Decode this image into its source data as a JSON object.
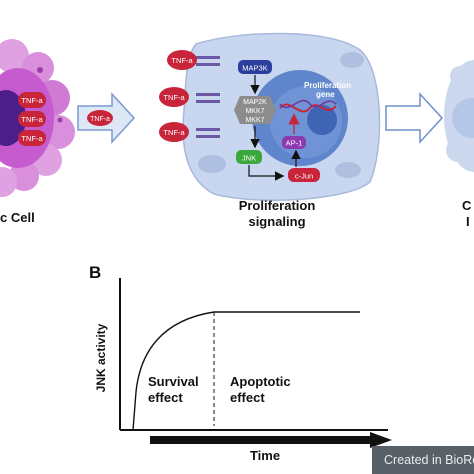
{
  "panel_a": {
    "cell_left_label": "c Cell",
    "tnf_left": [
      "TNF-a",
      "TNF-a",
      "TNF-a"
    ],
    "arrow_tnf_label": "TNF-a",
    "receptor_tnf": [
      "TNF-a",
      "TNF-a",
      "TNF-a"
    ],
    "map3k": "MAP3K",
    "map2k_lines": [
      "MAP2K",
      "MKK7",
      "MKK7"
    ],
    "jnk": "JNK",
    "cjun": "c-Jun",
    "ap1": "AP-1",
    "gene_lines": [
      "Proliferation",
      "gene"
    ],
    "center_title_lines": [
      "Proliferation",
      "signaling"
    ],
    "right_label_lines": [
      "C",
      "I"
    ]
  },
  "panel_b": {
    "letter": "B",
    "ylabel": "JNK activity",
    "xlabel": "Time",
    "region_left_lines": [
      "Survival",
      "effect"
    ],
    "region_right_lines": [
      "Apoptotic",
      "effect"
    ]
  },
  "watermark": "Created in BioRender.com",
  "colors": {
    "tnf_red": "#c8243a",
    "cell_blue": "#c9d6ef",
    "nucleus_blue": "#5f86cc",
    "map3k_blue": "#2d3f9e",
    "map2k_gray": "#8c8c8c",
    "jnk_green": "#3aa83a",
    "cjun_red": "#c8243a",
    "ap1_purple": "#8b3ab0",
    "tumor_purple": "#c65bcf",
    "arrow_fill": "#dde7f6",
    "arrow_stroke": "#7a9ad0"
  },
  "icons": [
    "receptor-icon",
    "dna-icon",
    "mitochondria-icon",
    "arrow-right-icon"
  ]
}
